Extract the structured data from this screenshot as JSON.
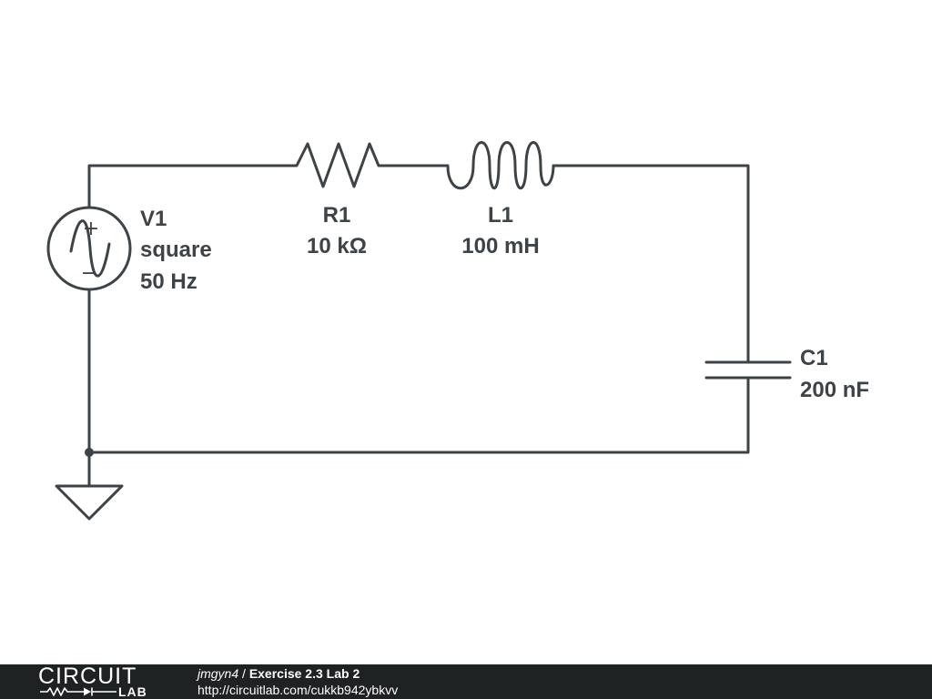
{
  "components": {
    "source": {
      "ref": "V1",
      "type": "square",
      "freq": "50 Hz",
      "plus": "+",
      "minus": "−"
    },
    "resistor": {
      "ref": "R1",
      "value": "10 kΩ"
    },
    "inductor": {
      "ref": "L1",
      "value": "100 mH"
    },
    "capacitor": {
      "ref": "C1",
      "value": "200 nF"
    }
  },
  "colors": {
    "wire": "#3d4346",
    "label": "#3d4346",
    "footer_bg": "#1f2223",
    "footer_text": "#ffffff"
  },
  "footer": {
    "logo_top": "CIRCUIT",
    "logo_bottom": "LAB",
    "user": "jmgyn4",
    "separator": "/",
    "title": "Exercise 2.3 Lab 2",
    "url": "http://circuitlab.com/cukkb942ybkvv"
  }
}
